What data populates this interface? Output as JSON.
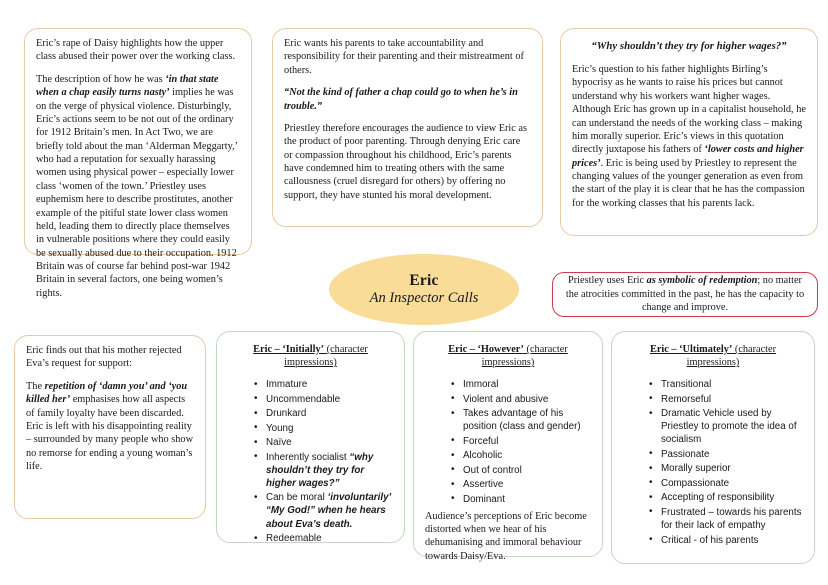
{
  "title": {
    "character": "Eric",
    "play": "An Inspector Calls"
  },
  "colors": {
    "oval_fill": "#f8dc98",
    "tan_border": "#e8c9a8",
    "green_border": "#c2d9bd",
    "red_border": "#d03a4e"
  },
  "top_left": {
    "p1": "Eric’s rape of Daisy highlights how the upper class abused their power over the working class.",
    "p2_a": "The description of how he was ",
    "p2_quote": "‘in that state when a chap easily turns nasty’",
    "p2_b": " implies he was on the verge of physical violence. Disturbingly, Eric’s actions seem to be not out of the ordinary for 1912 Britain’s men. In Act Two, we are briefly told about the man ‘Alderman Meggarty,’ who had a reputation for sexually harassing women using physical power – especially lower class ‘women of the town.’ Priestley uses euphemism here to describe prostitutes, another example of the pitiful state lower class women held, leading them to directly place themselves in vulnerable positions where they could easily be sexually abused due to their occupation. 1912 Britain was of course far behind post-war 1942 Britain in several factors, one being women’s rights."
  },
  "top_mid": {
    "p1": "Eric wants his parents to take accountability and responsibility for their parenting and their mistreatment of others.",
    "p2_quote": "“Not the kind of father a chap could go to when he’s in trouble.”",
    "p3": "Priestley therefore encourages the audience to view Eric as the product of poor parenting. Through denying Eric care or compassion throughout his childhood, Eric’s parents have condemned him to treating others with the same callousness (cruel disregard for others) by offering no support, they have stunted his moral development."
  },
  "top_right": {
    "heading": "“Why shouldn’t they try for higher wages?”",
    "p1_a": "Eric’s question to his father highlights Birling’s hypocrisy as he wants to raise his prices but cannot understand why his workers want higher wages. Although Eric has grown up in a capitalist household, he can understand the needs of the working class – making him morally superior. Eric’s views in this quotation directly juxtapose his fathers of ",
    "p1_quote": "‘lower costs and higher prices’",
    "p1_b": ". Eric is being used by Priestley to represent the changing values of the younger generation as even from the start of the play it is clear that he has the compassion for the working classes that his parents lack."
  },
  "redemption": {
    "a": "Priestley uses Eric ",
    "bold": "as symbolic of redemption",
    "b": "; no matter the atrocities committed in the past, he has the capacity to change and improve."
  },
  "bottom_left": {
    "p1": "Eric finds out that his mother rejected Eva’s request for support:",
    "p2_a": "The ",
    "p2_quote": "repetition of ‘damn you’ and ‘you killed her’",
    "p2_b": " emphasises how all aspects of family loyalty have been discarded. Eric is left with his disappointing reality – surrounded by many people who show no remorse for ending a young woman’s life."
  },
  "initially": {
    "heading_main": "Eric – ‘Initially’",
    "heading_sub": " (character impressions)",
    "items": [
      {
        "text": "Immature"
      },
      {
        "text": "Uncommendable"
      },
      {
        "text": "Drunkard"
      },
      {
        "text": "Young"
      },
      {
        "text": "Naïve"
      },
      {
        "text": "Inherently socialist ",
        "emph": "“why shouldn’t they try for higher wages?”"
      },
      {
        "text": "Can be moral ",
        "emph": "‘involuntarily’ “My God!” when he hears about Eva’s death."
      },
      {
        "text": "Redeemable"
      }
    ]
  },
  "however": {
    "heading_main": "Eric – ‘However’",
    "heading_sub": " (character impressions)",
    "items": [
      {
        "text": "Immoral"
      },
      {
        "text": "Violent and abusive"
      },
      {
        "text": "Takes advantage of his position (class and gender)"
      },
      {
        "text": "Forceful"
      },
      {
        "text": "Alcoholic"
      },
      {
        "text": "Out of control"
      },
      {
        "text": "Assertive"
      },
      {
        "text": "Dominant"
      }
    ],
    "tail": "Audience’s perceptions of Eric become distorted when we hear of his dehumanising and immoral behaviour towards Daisy/Eva."
  },
  "ultimately": {
    "heading_main": "Eric – ‘Ultimately’",
    "heading_sub": " (character impressions)",
    "items": [
      {
        "text": "Transitional"
      },
      {
        "text": "Remorseful"
      },
      {
        "text": "Dramatic Vehicle used by Priestley to promote the idea of socialism"
      },
      {
        "text": "Passionate"
      },
      {
        "text": "Morally superior"
      },
      {
        "text": "Compassionate"
      },
      {
        "text": "Accepting of responsibility"
      },
      {
        "text": "Frustrated – towards his parents for their lack of empathy"
      },
      {
        "text": "Critical - of his parents"
      }
    ]
  }
}
